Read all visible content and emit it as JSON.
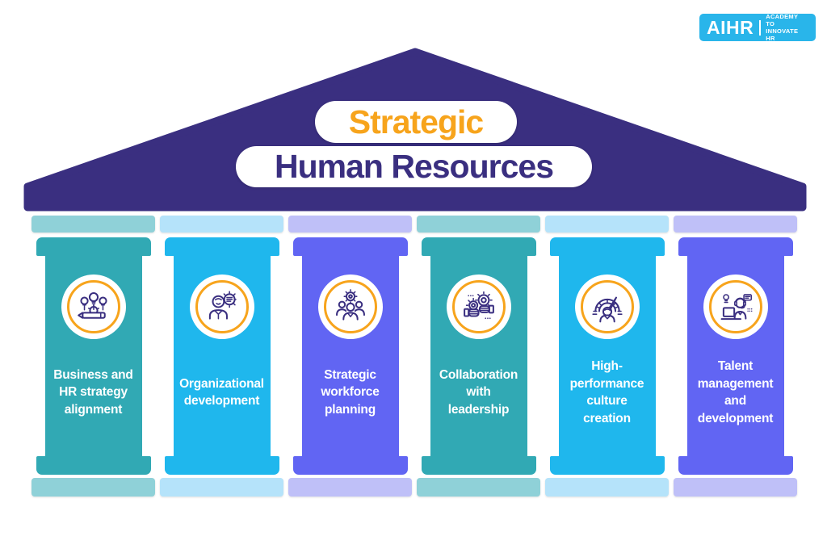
{
  "theme": {
    "background": "#ffffff",
    "roof_color": "#3A2F80",
    "accent_orange": "#F7A41C",
    "title_orange": "#F9A51B",
    "icon_stroke": "#3A2F80",
    "logo_blue": "#29B5EA"
  },
  "logo": {
    "brand": "AIHR",
    "tagline_line1": "ACADEMY TO",
    "tagline_line2": "INNOVATE HR"
  },
  "title": {
    "line1": "Strategic",
    "line2": "Human Resources"
  },
  "pillars": [
    {
      "label_lines": [
        "Business and",
        "HR strategy",
        "alignment"
      ],
      "icon": "innovation-bulbs-pencil-icon",
      "color": "#31A9B4",
      "bar_color": "#8FD1D8"
    },
    {
      "label_lines": [
        "Organizational",
        "development"
      ],
      "icon": "person-gear-icon",
      "color": "#1FB7ED",
      "bar_color": "#B5E3FA"
    },
    {
      "label_lines": [
        "Strategic",
        "workforce",
        "planning"
      ],
      "icon": "team-gear-icon",
      "color": "#6165F3",
      "bar_color": "#BFC0F8"
    },
    {
      "label_lines": [
        "Collaboration",
        "with",
        "leadership"
      ],
      "icon": "hands-gears-collaboration-icon",
      "color": "#31A9B4",
      "bar_color": "#8FD1D8"
    },
    {
      "label_lines": [
        "High-",
        "performance",
        "culture",
        "creation"
      ],
      "icon": "performance-gauge-person-icon",
      "color": "#1FB7ED",
      "bar_color": "#B5E3FA"
    },
    {
      "label_lines": [
        "Talent",
        "management",
        "and",
        "development"
      ],
      "icon": "support-agent-laptop-icon",
      "color": "#6165F3",
      "bar_color": "#BFC0F8"
    }
  ]
}
